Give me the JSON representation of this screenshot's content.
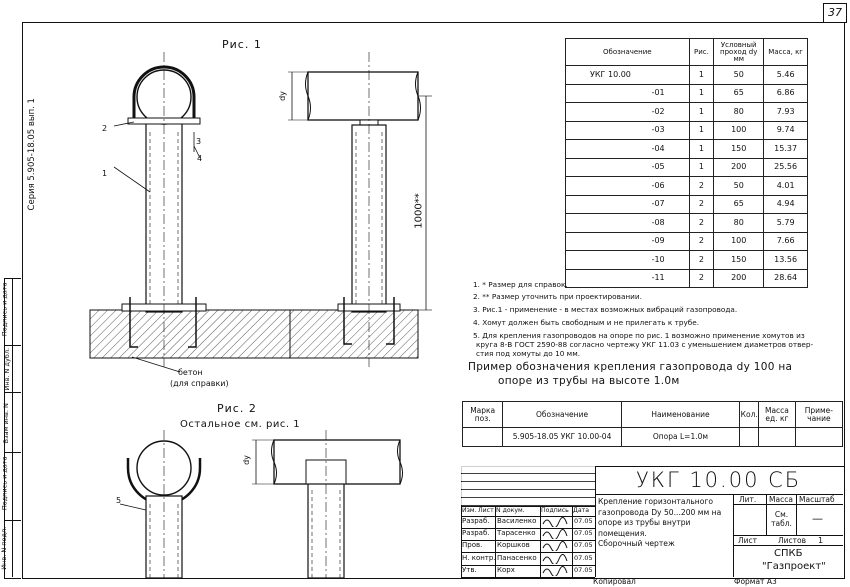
{
  "page_number": "37",
  "left_margin": {
    "series": "Серия 5.905-18.05 вып. 1",
    "stamp_labels": [
      "Инв. N подл.",
      "Подпись и дата",
      "Взам инв. N",
      "Инв. N дубл.",
      "Подпись и дата"
    ]
  },
  "figure1": {
    "title": "Рис. 1",
    "callouts": [
      "1",
      "2",
      "3",
      "4"
    ],
    "dim_du": "dy",
    "dim_height": "1000**",
    "concrete_label": "бетон",
    "concrete_note": "(для справки)"
  },
  "figure2": {
    "title": "Рис. 2",
    "subtitle": "Остальное см. рис. 1",
    "callout": "5",
    "dim_du": "dy"
  },
  "spec_table": {
    "headers": [
      "Обозначение",
      "Рис.",
      "Условный проход dy мм",
      "Масса, кг"
    ],
    "rows": [
      [
        "УКГ 10.00",
        "1",
        "50",
        "5.46"
      ],
      [
        "-01",
        "1",
        "65",
        "6.86"
      ],
      [
        "-02",
        "1",
        "80",
        "7.93"
      ],
      [
        "-03",
        "1",
        "100",
        "9.74"
      ],
      [
        "-04",
        "1",
        "150",
        "15.37"
      ],
      [
        "-05",
        "1",
        "200",
        "25.56"
      ],
      [
        "-06",
        "2",
        "50",
        "4.01"
      ],
      [
        "-07",
        "2",
        "65",
        "4.94"
      ],
      [
        "-08",
        "2",
        "80",
        "5.79"
      ],
      [
        "-09",
        "2",
        "100",
        "7.66"
      ],
      [
        "-10",
        "2",
        "150",
        "13.56"
      ],
      [
        "-11",
        "2",
        "200",
        "28.64"
      ]
    ]
  },
  "notes": [
    "1. * Размер для справок.",
    "2. ** Размер уточнить при проектировании.",
    "3. Рис.1 - применение - в местах возможных вибраций газопровода.",
    "4. Хомут должен быть свободным и не прилегать к трубе.",
    "5. Для крепления газопроводов на опоре по рис. 1 возможно применение хомутов из",
    "круга 8-В ГОСТ 2590-88 согласно чертежу УКГ 11.03 с уменьшением диаметров отвер-",
    "стия под хомуты до 10 мм."
  ],
  "example": {
    "line1": "Пример обозначения крепления газопровода  dy 100  на",
    "line2": "опоре из трубы на высоте 1.0м"
  },
  "bom": {
    "headers": [
      "Марка поз.",
      "Обозначение",
      "Наименование",
      "Кол.",
      "Масса ед. кг",
      "Приме- чание"
    ],
    "row": [
      "",
      "5.905-18.05 УКГ 10.00-04",
      "Опора  L=1.0м",
      "",
      "",
      ""
    ]
  },
  "title_block": {
    "code": "УКГ 10.00 СБ",
    "description": [
      "Крепление горизонтального",
      "газопровода Dy 50...200 мм на",
      "опоре из трубы внутри помещения.",
      "Сборочный чертеж"
    ],
    "col_headers": [
      "Изм.",
      "Лист",
      "N докум.",
      "Подпись",
      "Дата"
    ],
    "staff": [
      {
        "role": "Разраб.",
        "name": "Василенко",
        "date": "07.05"
      },
      {
        "role": "Разраб.",
        "name": "Тарасенко",
        "date": "07.05"
      },
      {
        "role": "Пров.",
        "name": "Коршков",
        "date": "07.05"
      },
      {
        "role": "Н. контр.",
        "name": "Панасенко",
        "date": "07.05"
      },
      {
        "role": "Утв.",
        "name": "Корх",
        "date": "07.05"
      }
    ],
    "lit_label": "Лит.",
    "mass_label": "Масса",
    "scale_label": "Масштаб",
    "mass_value": "См. табл.",
    "scale_value": "—",
    "sheet_label": "Лист",
    "sheets_label": "Листов",
    "sheets_value": "1",
    "org_line1": "СПКБ",
    "org_line2": "\"Газпроект\""
  },
  "footer": {
    "copied": "Копировал",
    "format": "Формат А3"
  }
}
